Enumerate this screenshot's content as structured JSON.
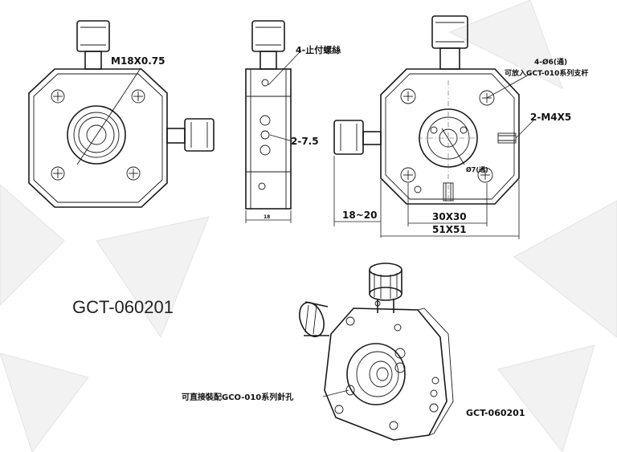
{
  "model_label": "GCT-060201",
  "photo_label": "GCT-060201",
  "front_view": {
    "thread_label": "M18X0.75"
  },
  "side_view": {
    "screw_label": "4-止付螺絲",
    "hole_label": "2-7.5",
    "thickness_label": "18"
  },
  "rear_view": {
    "holes_label": "4-Ø6(通)",
    "rod_label": "可放入GCT-010系列支杆",
    "tap_label": "2-M4X5",
    "bore_label": "Ø7(通)",
    "inner_width": "30X30",
    "outer_width": "51X51",
    "knob_range": "18~20"
  },
  "pin_hole_label": "可直接裝配GCO-010系列針孔",
  "colors": {
    "line": "#1a1a1a",
    "background": "#ffffff",
    "facet": "#f2f2f2"
  }
}
